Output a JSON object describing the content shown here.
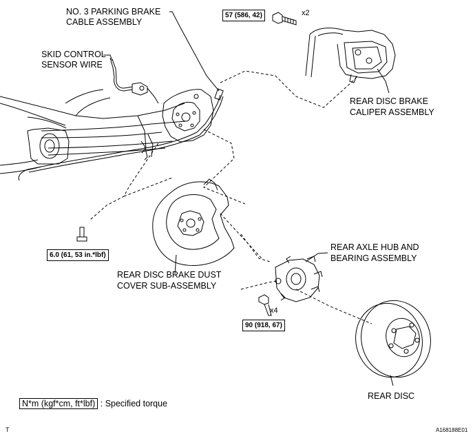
{
  "labels": {
    "parking_cable_1": "NO. 3 PARKING BRAKE",
    "parking_cable_2": "CABLE ASSEMBLY",
    "skid_1": "SKID CONTROL",
    "skid_2": "SENSOR WIRE",
    "caliper_1": "REAR DISC BRAKE",
    "caliper_2": "CALIPER ASSEMBLY",
    "hub_1": "REAR AXLE HUB AND",
    "hub_2": "BEARING ASSEMBLY",
    "dust_1": "REAR DISC BRAKE DUST",
    "dust_2": "COVER SUB-ASSEMBLY",
    "disc": "REAR DISC"
  },
  "torques": {
    "caliper": "57 (586, 42)",
    "dust_cover": "6.0 (61, 53 in.*lbf)",
    "hub": "90 (918, 67)"
  },
  "multipliers": {
    "caliper_bolts": "x2",
    "hub_bolts": "x4"
  },
  "legend": {
    "unit": "N*m (kgf*cm, ft*lbf)",
    "text": ": Specified torque"
  },
  "footer": {
    "left": "T",
    "right": "A168188E01"
  }
}
